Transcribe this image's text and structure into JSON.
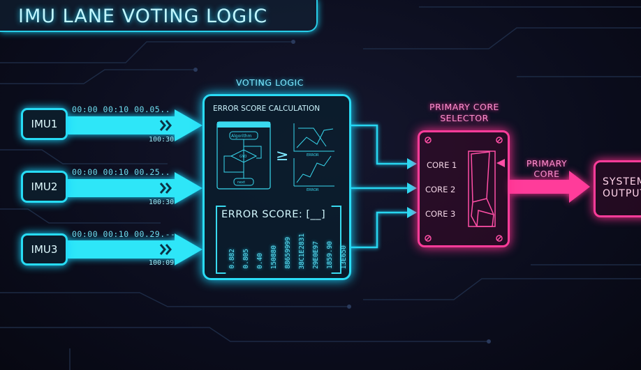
{
  "title": "IMU LANE VOTING LOGIC",
  "imus": [
    {
      "label": "IMU1",
      "time_top": "00:00 00:10  00.05..",
      "time_bottom": "100:30"
    },
    {
      "label": "IMU2",
      "time_top": "00:00 00:10  00.25..",
      "time_bottom": "100:30"
    },
    {
      "label": "IMU3",
      "time_top": "00:00 00:10  00.29.--",
      "time_bottom": "100:09"
    }
  ],
  "voting": {
    "label": "VOTING LOGIC",
    "calc_title": "ERROR SCORE CALCULATION",
    "flow": {
      "top": "Algorithm",
      "mid": "GYO",
      "bottom": "next"
    },
    "operator": "≥",
    "chart_axis": "ERROR",
    "score_label": "ERROR SCORE: [__]",
    "score_values": [
      "0.882",
      "0.805",
      "0.40",
      "150880",
      "88659999",
      "38C1E2831",
      "29E0E97",
      "1859.90",
      "13E650"
    ]
  },
  "selector": {
    "title_line1": "PRIMARY CORE",
    "title_line2": "SELECTOR",
    "cores": [
      "CORE 1",
      "CORE 2",
      "CORE 3"
    ],
    "selected": "CORE 1"
  },
  "output_arrow": {
    "line1": "PRIMARY",
    "line2": "CORE"
  },
  "system_output": {
    "line1": "SYSTEM",
    "line2": "OUTPUT"
  },
  "colors": {
    "cyan": "#27dcf5",
    "pink": "#ff3c9a",
    "background": "#0b0d1d"
  }
}
